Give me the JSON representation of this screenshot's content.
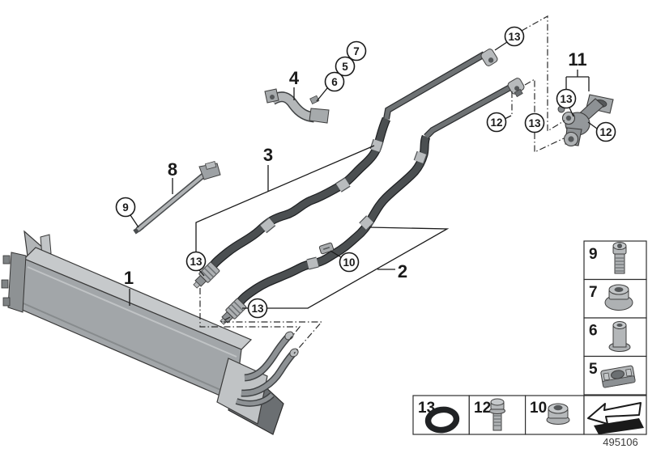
{
  "document": {
    "code": "495106"
  },
  "colors": {
    "background": "#ffffff",
    "line": "#1a1a1a",
    "metal_light": "#c6c9cb",
    "metal_mid": "#a2a6a9",
    "metal_dark": "#55585a",
    "hose": "#44474a",
    "pipe": "#6e7274",
    "o_ring": "#202224"
  },
  "part_labels": {
    "p1": "1",
    "p2": "2",
    "p3": "3",
    "p4": "4",
    "p8": "8",
    "p11": "11"
  },
  "callouts": {
    "c5": "5",
    "c6": "6",
    "c7": "7",
    "c9": "9",
    "c10": "10",
    "c12": "12",
    "c13": "13"
  },
  "legend_right": [
    {
      "number": "9",
      "icon": "torx-screw"
    },
    {
      "number": "7",
      "icon": "flange-nut"
    },
    {
      "number": "6",
      "icon": "spacer-sleeve"
    },
    {
      "number": "5",
      "icon": "cage-nut"
    }
  ],
  "legend_bottom": [
    {
      "number": "13",
      "icon": "o-ring"
    },
    {
      "number": "12",
      "icon": "flange-bolt"
    },
    {
      "number": "10",
      "icon": "hex-flange-nut"
    }
  ],
  "direction_arrow_icon": "front-direction-arrow"
}
